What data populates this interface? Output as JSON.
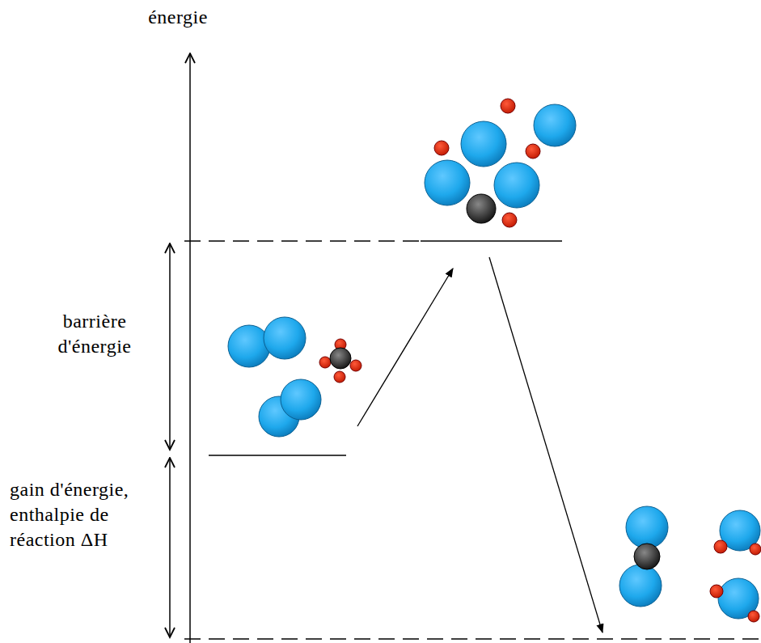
{
  "diagram": {
    "labels": [
      "énergie",
      "barrière d'énergie",
      "gain d'énergie, enthalpie de réaction ΔH"
    ]
  }
}
